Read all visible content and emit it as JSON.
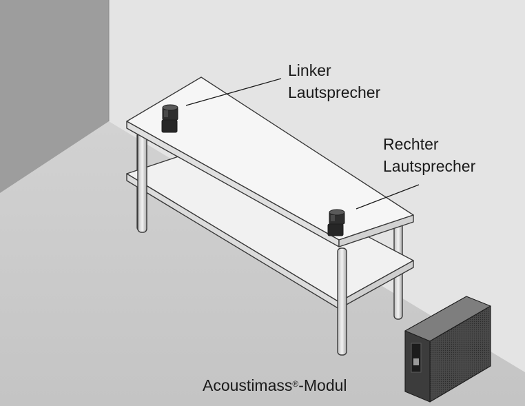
{
  "labels": {
    "left_speaker": {
      "line1": "Linker",
      "line2": "Lautsprecher"
    },
    "right_speaker": {
      "line1": "Rechter",
      "line2": "Lautsprecher"
    },
    "module": {
      "name": "Acoustimass",
      "mark": "®",
      "suffix": "-Modul"
    }
  },
  "colors": {
    "back_wall": "#e3e3e3",
    "side_wall": "#9e9e9e",
    "floor": "#cbcbcb",
    "table_top": "#f5f5f5",
    "outline": "#3a3a3a"
  },
  "icons": [
    "speaker-icon",
    "subwoofer-icon"
  ]
}
